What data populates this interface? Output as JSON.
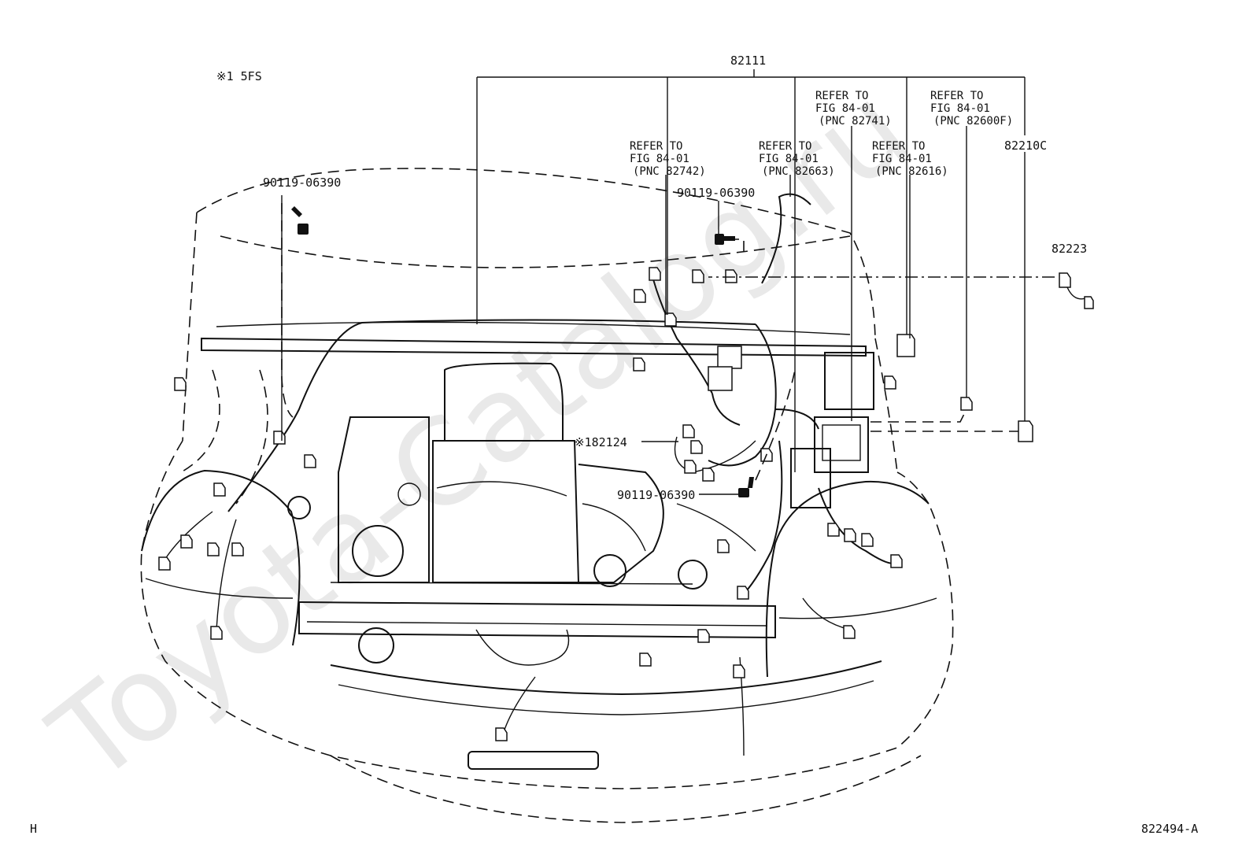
{
  "notes": {
    "variant": "※1  5FS",
    "figure_id": "822494-A",
    "corner": "H"
  },
  "watermark": "Toyota-Catalog.ru",
  "callouts": {
    "main_harness": "82111",
    "harness_c": "82210C",
    "sensor_wire": "82223",
    "sub_harness": "※182124",
    "bolt_left": "90119-06390",
    "bolt_top": "90119-06390",
    "bolt_center": "90119-06390"
  },
  "refs": [
    {
      "line1": "REFER TO",
      "line2": "FIG 84-01",
      "line3": "(PNC 82742)"
    },
    {
      "line1": "REFER TO",
      "line2": "FIG 84-01",
      "line3": "(PNC 82663)"
    },
    {
      "line1": "REFER TO",
      "line2": "FIG 84-01",
      "line3": "(PNC 82741)"
    },
    {
      "line1": "REFER TO",
      "line2": "FIG 84-01",
      "line3": "(PNC 82616)"
    },
    {
      "line1": "REFER TO",
      "line2": "FIG 84-01",
      "line3": "(PNC 82600F)"
    }
  ]
}
